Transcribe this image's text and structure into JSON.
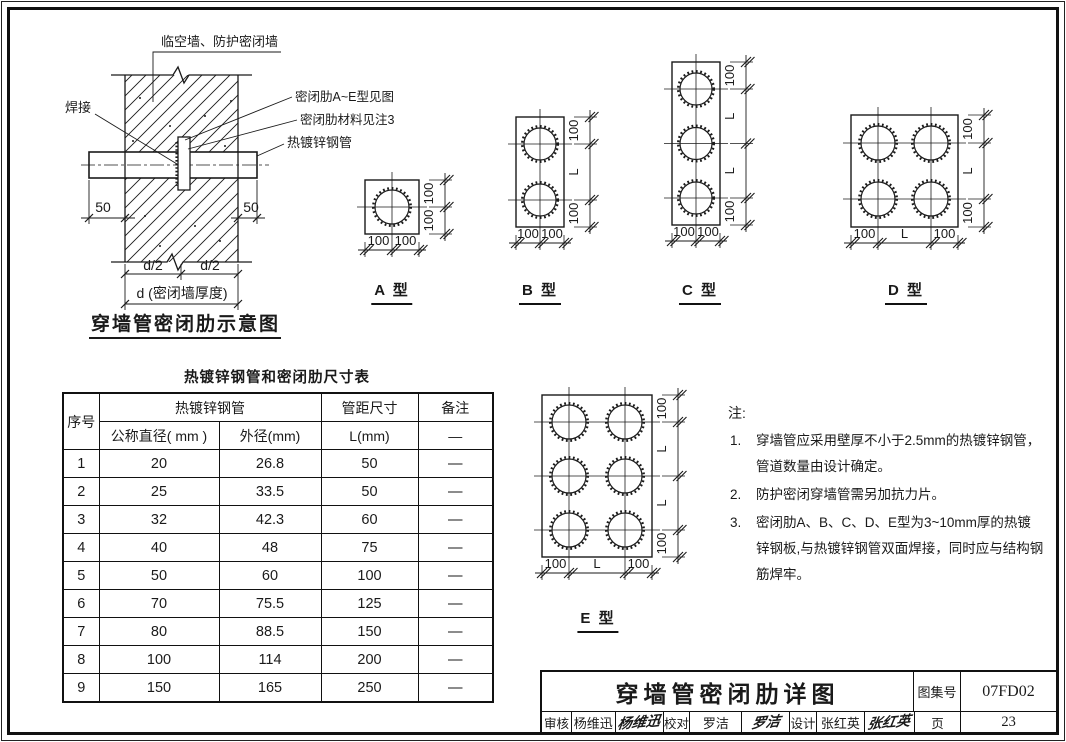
{
  "schematic": {
    "title": "穿墙管密闭肋示意图",
    "labels": {
      "wall": "临空墙、防护密闭墙",
      "weld": "焊接",
      "rib_type": "密闭肋A~E型见图",
      "rib_material": "密闭肋材料见注3",
      "pipe": "热镀锌钢管"
    },
    "dims": {
      "left_50": "50",
      "right_50": "50",
      "half_d_left": "d/2",
      "half_d_right": "d/2",
      "wall_thickness": "d (密闭墙厚度)"
    }
  },
  "type_diagrams": [
    {
      "id": "A",
      "label": "A 型",
      "bottom_dims": [
        "100",
        "100"
      ],
      "right_dims": [
        "100",
        "100"
      ]
    },
    {
      "id": "B",
      "label": "B 型",
      "bottom_dims": [
        "100",
        "100"
      ],
      "right_dims": [
        "100",
        "L",
        "100"
      ]
    },
    {
      "id": "C",
      "label": "C 型",
      "bottom_dims": [
        "100",
        "100"
      ],
      "right_dims": [
        "100",
        "L",
        "L",
        "100"
      ]
    },
    {
      "id": "D",
      "label": "D 型",
      "bottom_dims": [
        "100",
        "L",
        "100"
      ],
      "right_dims": [
        "100",
        "L",
        "100"
      ]
    },
    {
      "id": "E",
      "label": "E 型",
      "bottom_dims": [
        "100",
        "L",
        "100"
      ],
      "right_dims": [
        "100",
        "L",
        "L",
        "100"
      ]
    }
  ],
  "table": {
    "title": "热镀锌钢管和密闭肋尺寸表",
    "header": {
      "col_index": "序号",
      "group_pipe": "热镀锌钢管",
      "group_spacing": "管距尺寸",
      "group_remark": "备注",
      "sub_nominal": "公称直径( mm )",
      "sub_outer": "外径(mm)",
      "sub_length": "L(mm)",
      "sub_remark": "—"
    },
    "rows": [
      [
        "1",
        "20",
        "26.8",
        "50",
        "—"
      ],
      [
        "2",
        "25",
        "33.5",
        "50",
        "—"
      ],
      [
        "3",
        "32",
        "42.3",
        "60",
        "—"
      ],
      [
        "4",
        "40",
        "48",
        "75",
        "—"
      ],
      [
        "5",
        "50",
        "60",
        "100",
        "—"
      ],
      [
        "6",
        "70",
        "75.5",
        "125",
        "—"
      ],
      [
        "7",
        "80",
        "88.5",
        "150",
        "—"
      ],
      [
        "8",
        "100",
        "114",
        "200",
        "—"
      ],
      [
        "9",
        "150",
        "165",
        "250",
        "—"
      ]
    ]
  },
  "notes": {
    "heading": "注:",
    "items": [
      {
        "num": "1.",
        "text": "穿墙管应采用壁厚不小于2.5mm的热镀锌钢管，\n管道数量由设计确定。"
      },
      {
        "num": "2.",
        "text": "防护密闭穿墙管需另加抗力片。"
      },
      {
        "num": "3.",
        "text": "密闭肋A、B、C、D、E型为3~10mm厚的热镀\n锌钢板,与热镀锌钢管双面焊接，同时应与结构钢\n筋焊牢。"
      }
    ]
  },
  "titleblock": {
    "title": "穿墙管密闭肋详图",
    "atlas_label": "图集号",
    "atlas_no": "07FD02",
    "page_label": "页",
    "page_no": "23",
    "cells": [
      {
        "role": "label",
        "text": "审核"
      },
      {
        "role": "name",
        "text": "杨维迅"
      },
      {
        "role": "signature",
        "text": "杨维迅"
      },
      {
        "role": "label",
        "text": "校对"
      },
      {
        "role": "name",
        "text": "罗洁"
      },
      {
        "role": "signature",
        "text": "罗洁"
      },
      {
        "role": "label",
        "text": "设计"
      },
      {
        "role": "name",
        "text": "张红英"
      },
      {
        "role": "signature",
        "text": "张红英"
      }
    ]
  },
  "colors": {
    "ink": "#1a1a1a",
    "paper": "#ffffff"
  }
}
